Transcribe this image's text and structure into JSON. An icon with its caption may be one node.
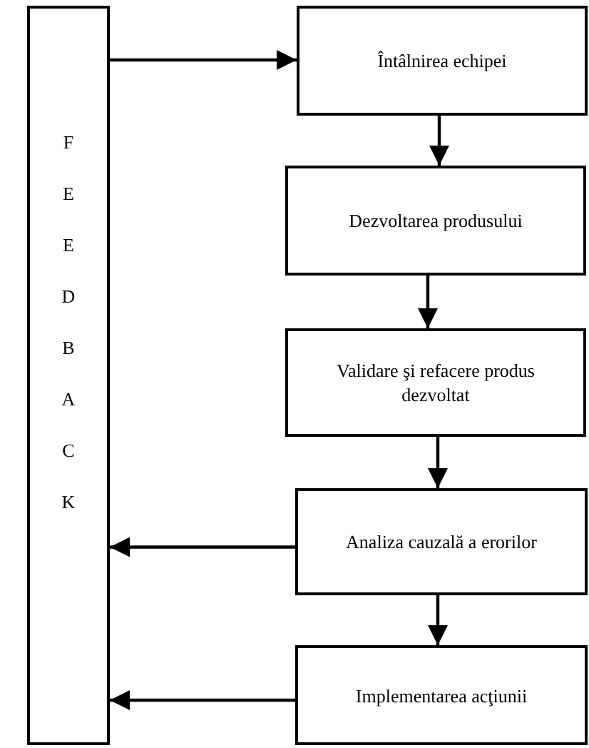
{
  "diagram": {
    "nodes": [
      {
        "text": [
          "FEEDBACK"
        ]
      },
      {
        "text": [
          "Întâlnirea echipei"
        ]
      },
      {
        "text": [
          "Dezvoltarea produsului"
        ]
      },
      {
        "text": [
          "Validare şi refacere produs dezvoltat"
        ]
      },
      {
        "text": [
          "Analiza cauzală a erorilor"
        ]
      },
      {
        "text": [
          "Implementarea acţiunii"
        ]
      }
    ],
    "edges": [
      {
        "from": 0,
        "to": 1,
        "arrow": "to"
      },
      {
        "from": 1,
        "to": 2,
        "arrow": "to"
      },
      {
        "from": 2,
        "to": 3,
        "arrow": "to"
      },
      {
        "from": 3,
        "to": 4,
        "arrow": "to"
      },
      {
        "from": 4,
        "to": 5,
        "arrow": "to"
      },
      {
        "from": 4,
        "to": 0,
        "arrow": "to"
      },
      {
        "from": 5,
        "to": 0,
        "arrow": "to"
      }
    ]
  }
}
